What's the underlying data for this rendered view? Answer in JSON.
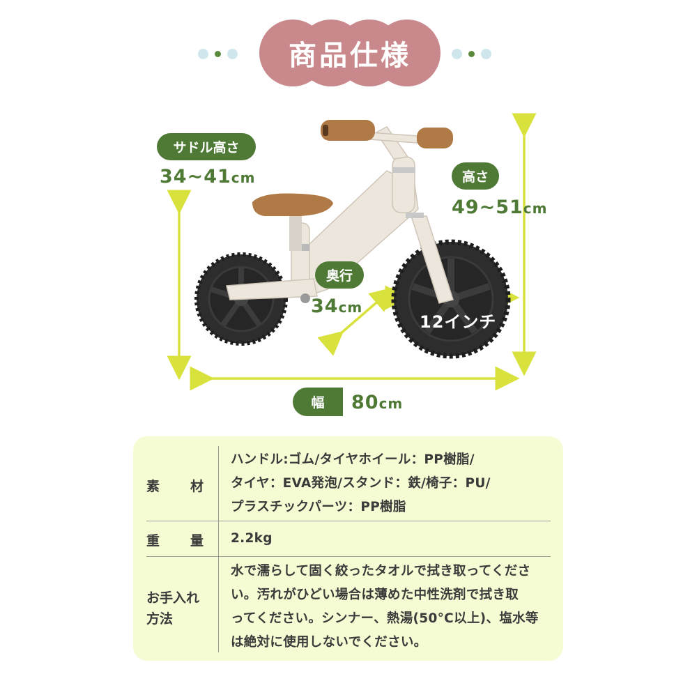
{
  "title": "商品仕様",
  "dimensions": {
    "saddle_height": {
      "label": "サドル高さ",
      "value": "34~41",
      "unit": "cm"
    },
    "height": {
      "label": "高さ",
      "value": "49~51",
      "unit": "cm"
    },
    "depth": {
      "label": "奥行",
      "value": "34",
      "unit": "cm"
    },
    "tire": {
      "value": "12インチ"
    },
    "width": {
      "label": "幅",
      "value": "80",
      "unit": "cm"
    }
  },
  "specs": {
    "material": {
      "label_chars": [
        "素",
        "材"
      ],
      "lines": [
        "ハンドル:ゴム/タイヤホイール：PP樹脂/",
        "タイヤ：EVA発泡/スタンド：鉄/椅子：PU/",
        "プラスチックパーツ：PP樹脂"
      ]
    },
    "weight": {
      "label_chars": [
        "重",
        "量"
      ],
      "value": "2.2kg"
    },
    "care": {
      "label_lines": [
        "お手入れ",
        "方法"
      ],
      "lines": [
        "水で濡らして固く絞ったタオルで拭き取ってくださ",
        "い。汚れがひどい場合は薄めた中性洗剤で拭き取",
        "ってください。シンナー、熱湯(50°C以上)、塩水等",
        "は絶対に使用しないでください。"
      ]
    }
  },
  "colors": {
    "title_pink": "#c9898c",
    "label_green": "#4f7a35",
    "arrow_yellow": "#d9e23c",
    "table_bg": "#f5fbd2"
  }
}
